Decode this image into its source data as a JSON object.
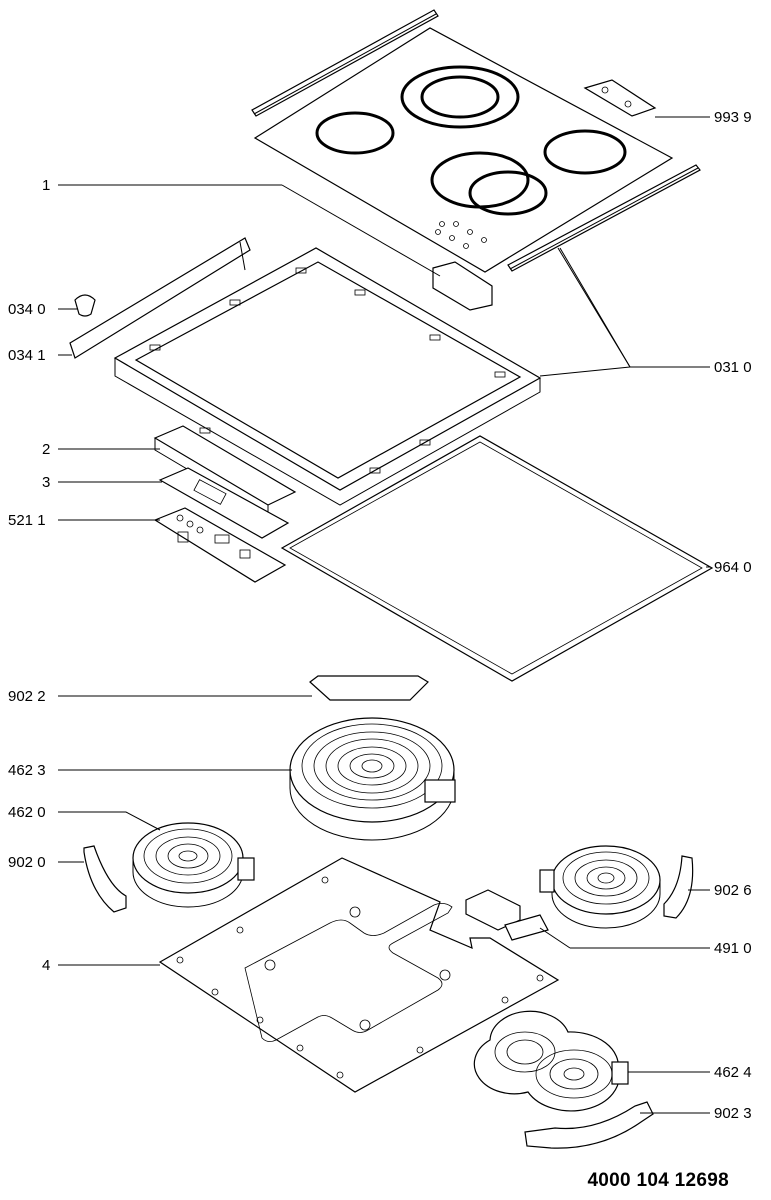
{
  "document_number": "4000 104 12698",
  "callouts": {
    "c1": "1",
    "c9939": "993 9",
    "c0340": "034 0",
    "c0341": "034 1",
    "c0310": "031 0",
    "c2": "2",
    "c3": "3",
    "c5211": "521 1",
    "c9640": "964 0",
    "c9022": "902 2",
    "c4623": "462 3",
    "c4620": "462 0",
    "c9020": "902 0",
    "c9026": "902 6",
    "c4910": "491 0",
    "c4": "4",
    "c4624": "462 4",
    "c9023": "902 3"
  }
}
